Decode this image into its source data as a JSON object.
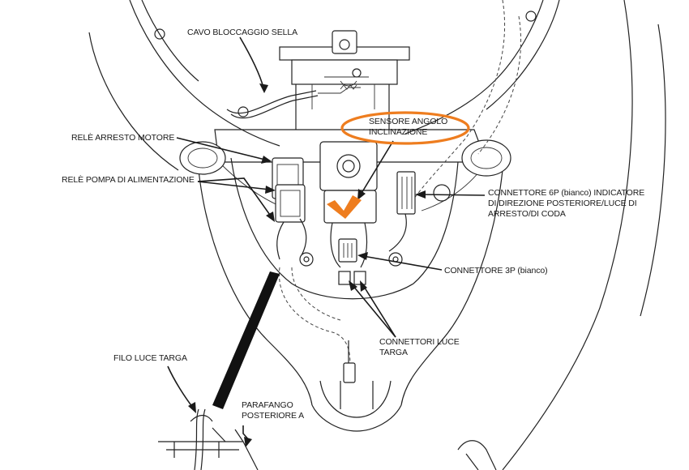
{
  "labels": {
    "seat_lock_cable": "CAVO BLOCCAGGIO SELLA",
    "bank_angle_sensor": [
      "SENSORE ANGOLO",
      "INCLINAZIONE"
    ],
    "engine_stop_relay": "RELÈ ARRESTO MOTORE",
    "fuel_pump_relay": "RELÈ POMPA DI ALIMENTAZIONE",
    "connector_6p": [
      "CONNETTORE 6P (bianco) INDICATORE",
      "DI DIREZIONE POSTERIORE/LUCE DI",
      "ARRESTO/DI CODA"
    ],
    "connector_3p": "CONNETTORE 3P (bianco)",
    "license_light_connectors": [
      "CONNETTORI LUCE",
      "TARGA"
    ],
    "license_light_wire": "FILO LUCE TARGA",
    "rear_fender_a": [
      "PARAFANGO",
      "POSTERIORE A"
    ]
  },
  "colors": {
    "highlight": "#ee7d1f",
    "ink": "#1a1a1a"
  }
}
